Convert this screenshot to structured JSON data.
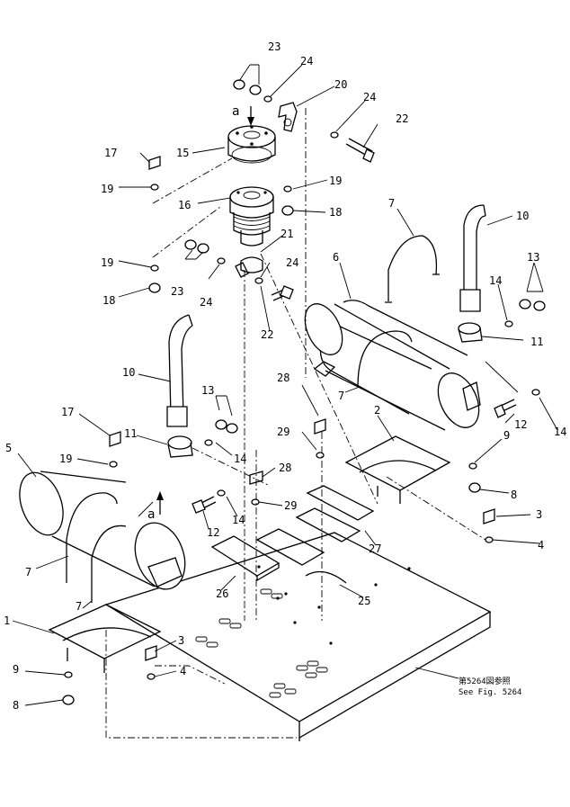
{
  "labels": [
    {
      "id": "l23a",
      "text": "23"
    },
    {
      "id": "l24a",
      "text": "24"
    },
    {
      "id": "l20",
      "text": "20"
    },
    {
      "id": "l24b",
      "text": "24"
    },
    {
      "id": "l22a",
      "text": "22"
    },
    {
      "id": "la1",
      "text": "a"
    },
    {
      "id": "l17a",
      "text": "17"
    },
    {
      "id": "l15",
      "text": "15"
    },
    {
      "id": "l19a",
      "text": "19"
    },
    {
      "id": "l19b",
      "text": "19"
    },
    {
      "id": "l16",
      "text": "16"
    },
    {
      "id": "l18a",
      "text": "18"
    },
    {
      "id": "l7a",
      "text": "7"
    },
    {
      "id": "l10a",
      "text": "10"
    },
    {
      "id": "l21",
      "text": "21"
    },
    {
      "id": "l19c",
      "text": "19"
    },
    {
      "id": "l24c",
      "text": "24"
    },
    {
      "id": "l6",
      "text": "6"
    },
    {
      "id": "l13a",
      "text": "13"
    },
    {
      "id": "l23b",
      "text": "23"
    },
    {
      "id": "l24d",
      "text": "24"
    },
    {
      "id": "l18b",
      "text": "18"
    },
    {
      "id": "l14a",
      "text": "14"
    },
    {
      "id": "l22b",
      "text": "22"
    },
    {
      "id": "l11a",
      "text": "11"
    },
    {
      "id": "l10b",
      "text": "10"
    },
    {
      "id": "l28a",
      "text": "28"
    },
    {
      "id": "l7b",
      "text": "7"
    },
    {
      "id": "l13b",
      "text": "13"
    },
    {
      "id": "l2",
      "text": "2"
    },
    {
      "id": "l14b",
      "text": "14"
    },
    {
      "id": "l17b",
      "text": "17"
    },
    {
      "id": "l11b",
      "text": "11"
    },
    {
      "id": "l29a",
      "text": "29"
    },
    {
      "id": "l9a",
      "text": "9"
    },
    {
      "id": "l12a",
      "text": "12"
    },
    {
      "id": "l5",
      "text": "5"
    },
    {
      "id": "l19d",
      "text": "19"
    },
    {
      "id": "l14c",
      "text": "14"
    },
    {
      "id": "l28b",
      "text": "28"
    },
    {
      "id": "l8a",
      "text": "8"
    },
    {
      "id": "l29b",
      "text": "29"
    },
    {
      "id": "la2",
      "text": "a"
    },
    {
      "id": "l3a",
      "text": "3"
    },
    {
      "id": "l14d",
      "text": "14"
    },
    {
      "id": "l12b",
      "text": "12"
    },
    {
      "id": "l4a",
      "text": "4"
    },
    {
      "id": "l27",
      "text": "27"
    },
    {
      "id": "l7c",
      "text": "7"
    },
    {
      "id": "l26",
      "text": "26"
    },
    {
      "id": "l7d",
      "text": "7"
    },
    {
      "id": "l25",
      "text": "25"
    },
    {
      "id": "l1",
      "text": "1"
    },
    {
      "id": "l3b",
      "text": "3"
    },
    {
      "id": "l9b",
      "text": "9"
    },
    {
      "id": "l4b",
      "text": "4"
    },
    {
      "id": "l8b",
      "text": "8"
    }
  ],
  "reference": {
    "line1": "第5264図参照",
    "line2": "See Fig. 5264"
  }
}
